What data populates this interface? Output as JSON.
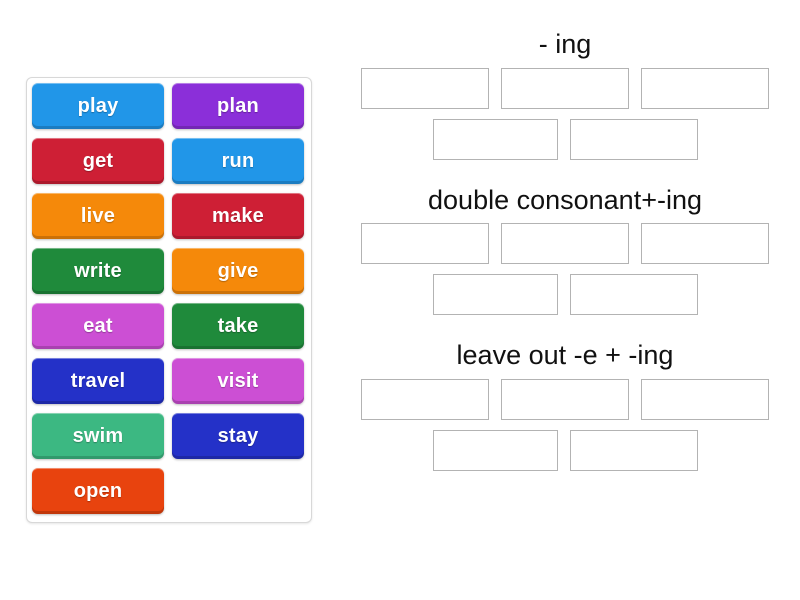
{
  "activity": {
    "type": "group-sort",
    "background_color": "#ffffff"
  },
  "tray": {
    "name": "word-tile-tray",
    "tiles": [
      {
        "label": "play",
        "color": "#2196e8"
      },
      {
        "label": "plan",
        "color": "#8b2fd9"
      },
      {
        "label": "get",
        "color": "#ce1f35"
      },
      {
        "label": "run",
        "color": "#2196e8"
      },
      {
        "label": "live",
        "color": "#f5890a"
      },
      {
        "label": "make",
        "color": "#ce1f35"
      },
      {
        "label": "write",
        "color": "#1f8a3b"
      },
      {
        "label": "give",
        "color": "#f5890a"
      },
      {
        "label": "eat",
        "color": "#cc4fd4"
      },
      {
        "label": "take",
        "color": "#1f8a3b"
      },
      {
        "label": "travel",
        "color": "#2431c8"
      },
      {
        "label": "visit",
        "color": "#cc4fd4"
      },
      {
        "label": "swim",
        "color": "#3cb882"
      },
      {
        "label": "stay",
        "color": "#2431c8"
      },
      {
        "label": "open",
        "color": "#e8430e"
      }
    ]
  },
  "groups": [
    {
      "title": "- ing",
      "rows": [
        {
          "slots": 3,
          "widths": [
            "w128",
            "w128",
            "w128"
          ]
        },
        {
          "slots": 2,
          "widths": [
            "w125",
            "w128"
          ]
        }
      ]
    },
    {
      "title": "double consonant+-ing",
      "rows": [
        {
          "slots": 3,
          "widths": [
            "w128",
            "w128",
            "w128"
          ]
        },
        {
          "slots": 2,
          "widths": [
            "w125",
            "w128"
          ]
        }
      ]
    },
    {
      "title": "leave out -e + -ing",
      "rows": [
        {
          "slots": 3,
          "widths": [
            "w128",
            "w128",
            "w128"
          ]
        },
        {
          "slots": 2,
          "widths": [
            "w125",
            "w128"
          ]
        }
      ]
    }
  ]
}
